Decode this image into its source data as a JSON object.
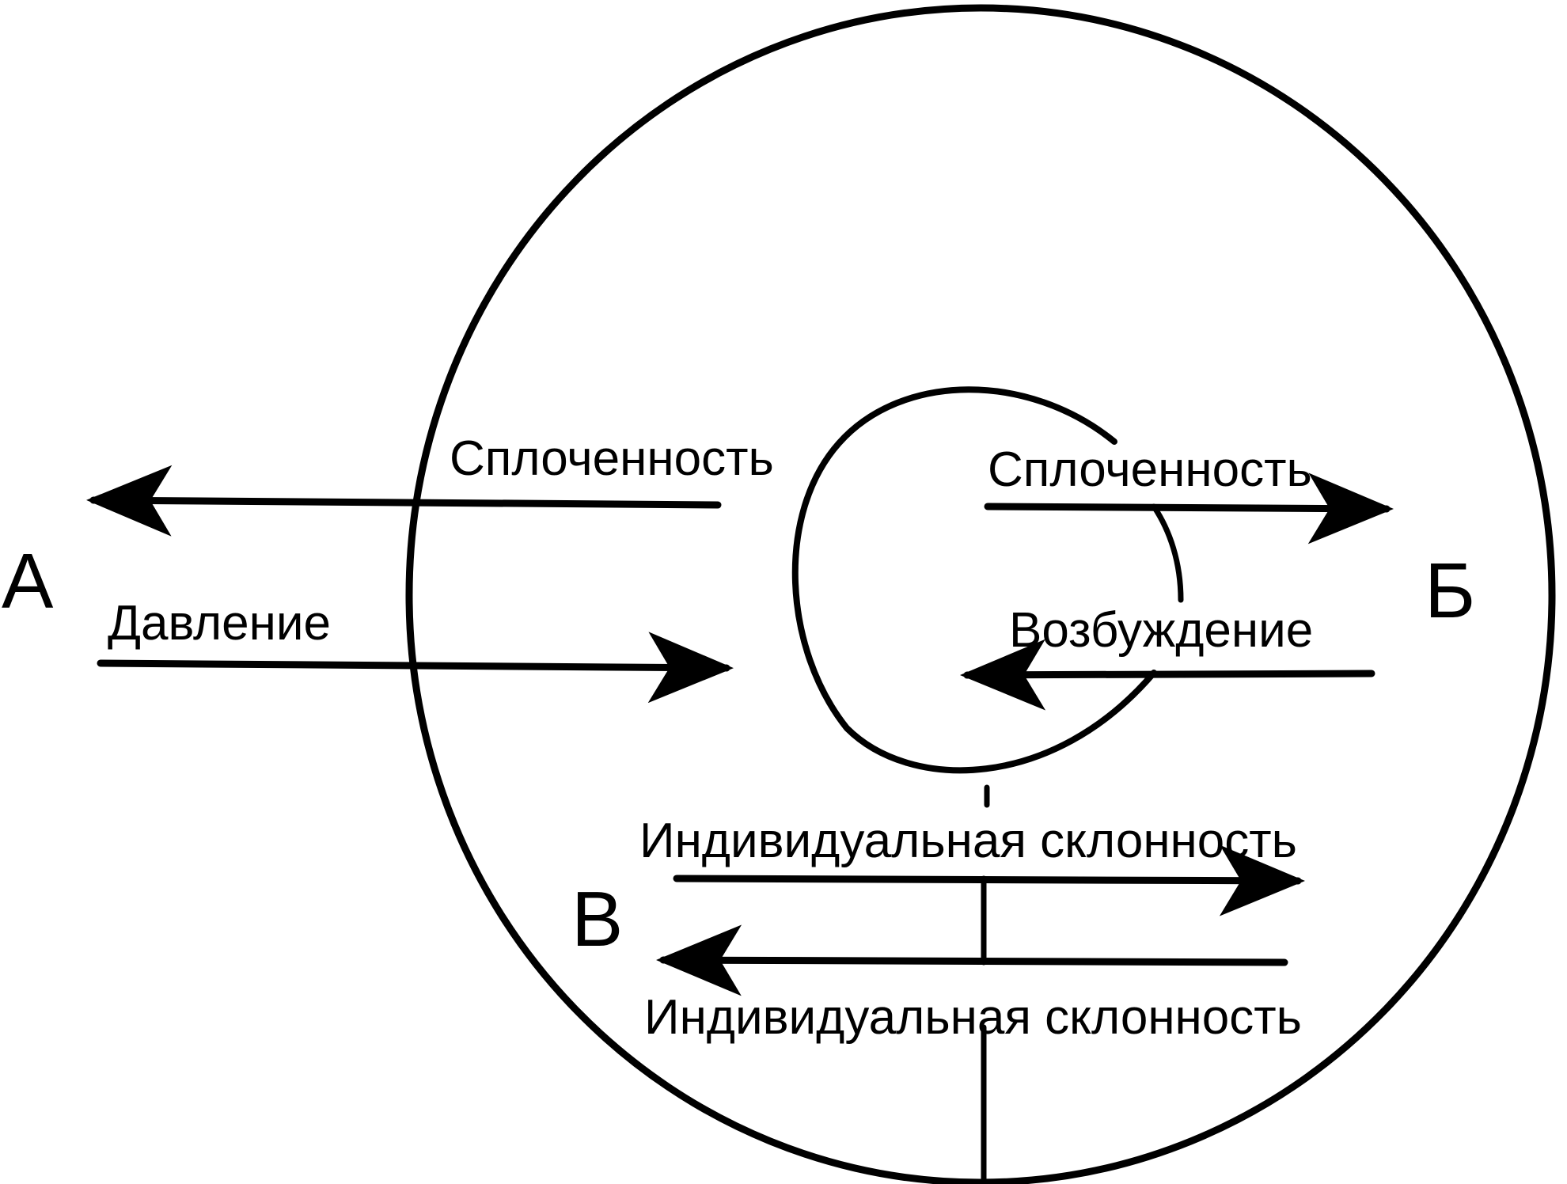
{
  "letters": {
    "a": "А",
    "b": "Б",
    "v": "В"
  },
  "arrows": {
    "a_cohesion": "Сплоченность",
    "a_pressure": "Давление",
    "b_cohesion": "Сплоченность",
    "b_excitement": "Возбуждение",
    "v_inclination_top": "Индивидуальная склонность",
    "v_inclination_bottom": "Индивидуальная склонность"
  },
  "colors": {
    "ink": "#000000",
    "background": "#ffffff"
  }
}
